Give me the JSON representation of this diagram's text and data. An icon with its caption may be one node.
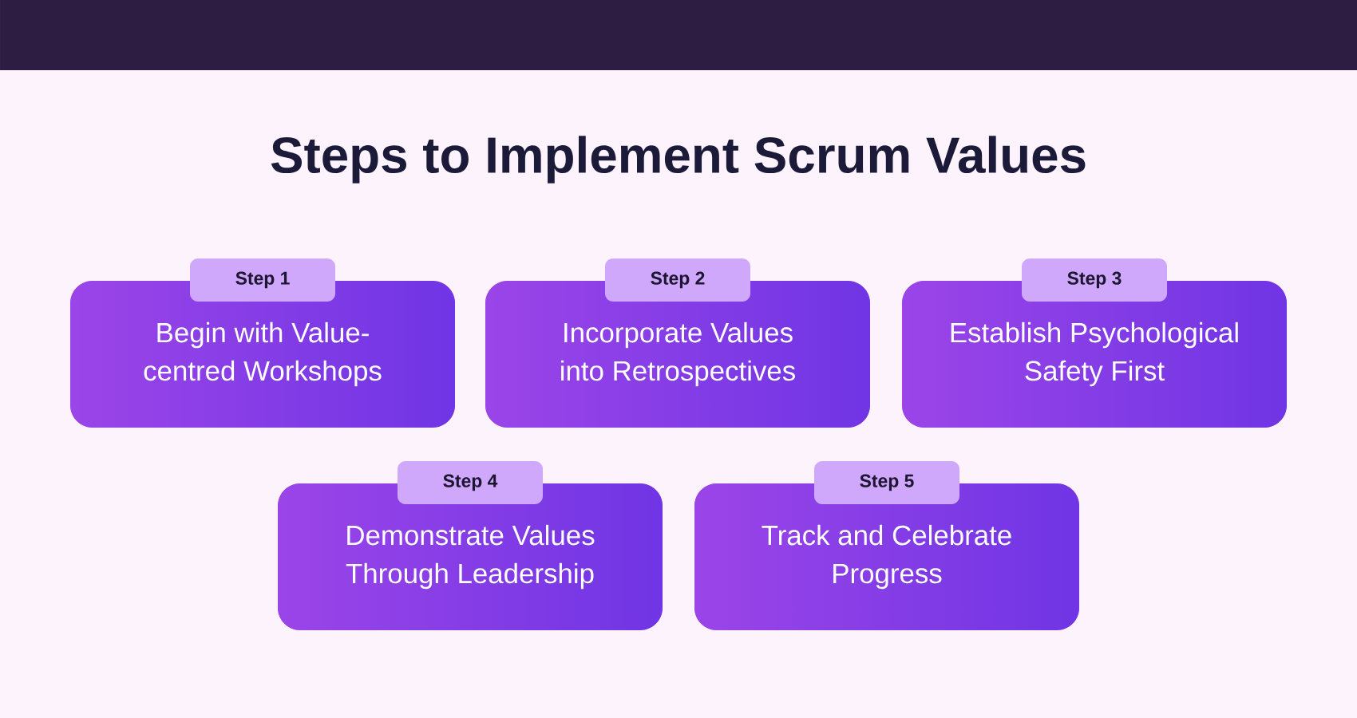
{
  "diagram": {
    "title": "Steps to Implement Scrum Values",
    "nodes": [
      {
        "text": [
          "Step 1",
          "Begin with Value-centred Workshops"
        ]
      },
      {
        "text": [
          "Step 2",
          "Incorporate Values into Retrospectives"
        ]
      },
      {
        "text": [
          "Step 3",
          "Establish Psychological Safety First"
        ]
      },
      {
        "text": [
          "Step 4",
          "Demonstrate Values Through Leadership"
        ]
      },
      {
        "text": [
          "Step 5",
          "Track and Celebrate Progress"
        ]
      }
    ]
  }
}
